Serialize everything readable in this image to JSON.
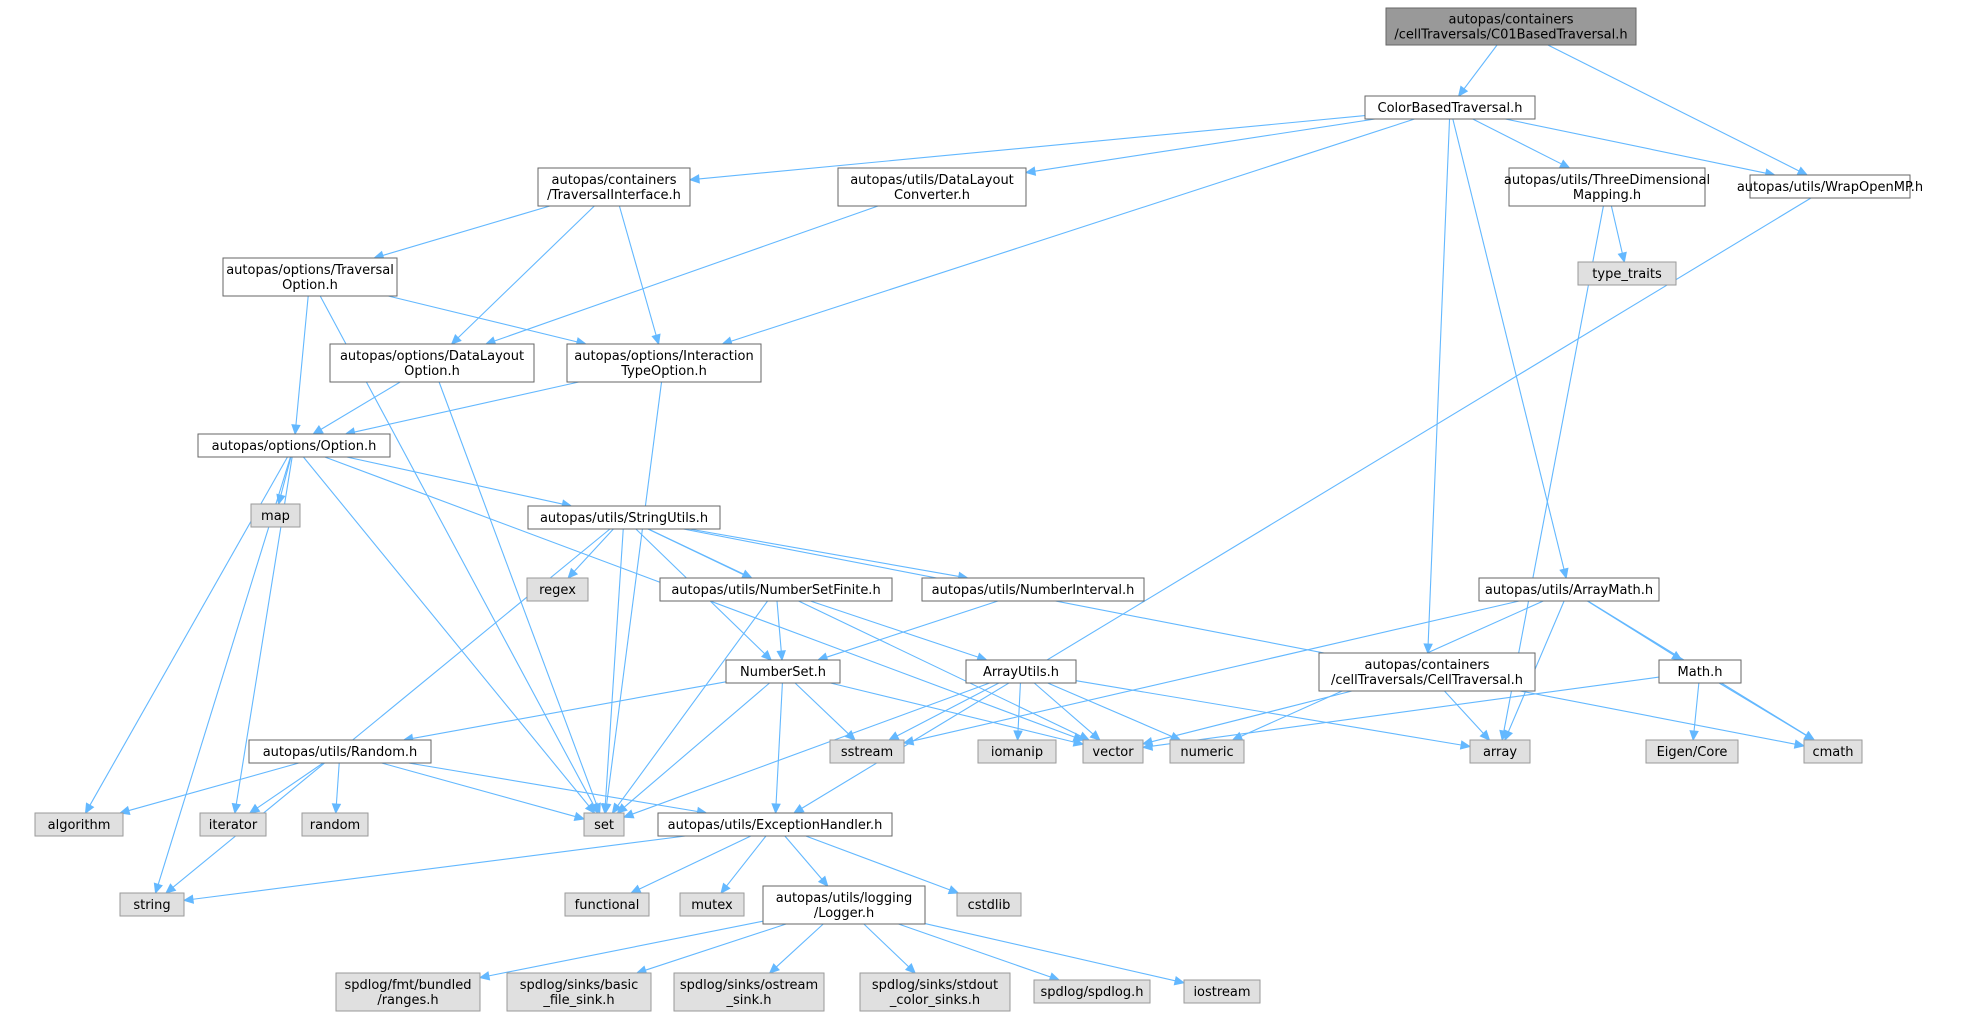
{
  "nodes": {
    "C01": {
      "lines": [
        "autopas/containers",
        "/cellTraversals/C01BasedTraversal.h"
      ],
      "kind": "root"
    },
    "CBT": {
      "lines": [
        "ColorBasedTraversal.h"
      ],
      "kind": "file"
    },
    "WOMP": {
      "lines": [
        "autopas/utils/WrapOpenMP.h"
      ],
      "kind": "file"
    },
    "TI": {
      "lines": [
        "autopas/containers",
        "/TraversalInterface.h"
      ],
      "kind": "file"
    },
    "DLC": {
      "lines": [
        "autopas/utils/DataLayout",
        "Converter.h"
      ],
      "kind": "file"
    },
    "TDM": {
      "lines": [
        "autopas/utils/ThreeDimensional",
        "Mapping.h"
      ],
      "kind": "file"
    },
    "TT": {
      "lines": [
        "type_traits"
      ],
      "kind": "sys"
    },
    "TO": {
      "lines": [
        "autopas/options/Traversal",
        "Option.h"
      ],
      "kind": "file"
    },
    "DLO": {
      "lines": [
        "autopas/options/DataLayout",
        "Option.h"
      ],
      "kind": "file"
    },
    "ITO": {
      "lines": [
        "autopas/options/Interaction",
        "TypeOption.h"
      ],
      "kind": "file"
    },
    "OPT": {
      "lines": [
        "autopas/options/Option.h"
      ],
      "kind": "file"
    },
    "MAP": {
      "lines": [
        "map"
      ],
      "kind": "sys"
    },
    "SU": {
      "lines": [
        "autopas/utils/StringUtils.h"
      ],
      "kind": "file"
    },
    "REGEX": {
      "lines": [
        "regex"
      ],
      "kind": "sys"
    },
    "NSF": {
      "lines": [
        "autopas/utils/NumberSetFinite.h"
      ],
      "kind": "file"
    },
    "NI": {
      "lines": [
        "autopas/utils/NumberInterval.h"
      ],
      "kind": "file"
    },
    "AM": {
      "lines": [
        "autopas/utils/ArrayMath.h"
      ],
      "kind": "file"
    },
    "CT": {
      "lines": [
        "autopas/containers",
        "/cellTraversals/CellTraversal.h"
      ],
      "kind": "file"
    },
    "NS": {
      "lines": [
        "NumberSet.h"
      ],
      "kind": "file"
    },
    "AU": {
      "lines": [
        "ArrayUtils.h"
      ],
      "kind": "file"
    },
    "MATH": {
      "lines": [
        "Math.h"
      ],
      "kind": "file"
    },
    "RND": {
      "lines": [
        "autopas/utils/Random.h"
      ],
      "kind": "file"
    },
    "SSTR": {
      "lines": [
        "sstream"
      ],
      "kind": "sys"
    },
    "IOM": {
      "lines": [
        "iomanip"
      ],
      "kind": "sys"
    },
    "VEC": {
      "lines": [
        "vector"
      ],
      "kind": "sys"
    },
    "NUM": {
      "lines": [
        "numeric"
      ],
      "kind": "sys"
    },
    "ARR": {
      "lines": [
        "array"
      ],
      "kind": "sys"
    },
    "EIG": {
      "lines": [
        "Eigen/Core"
      ],
      "kind": "sys"
    },
    "CMATH": {
      "lines": [
        "cmath"
      ],
      "kind": "sys"
    },
    "ALG": {
      "lines": [
        "algorithm"
      ],
      "kind": "sys"
    },
    "ITER": {
      "lines": [
        "iterator"
      ],
      "kind": "sys"
    },
    "RANDOM": {
      "lines": [
        "random"
      ],
      "kind": "sys"
    },
    "SET": {
      "lines": [
        "set"
      ],
      "kind": "sys"
    },
    "EH": {
      "lines": [
        "autopas/utils/ExceptionHandler.h"
      ],
      "kind": "file"
    },
    "STR": {
      "lines": [
        "string"
      ],
      "kind": "sys"
    },
    "FUNC": {
      "lines": [
        "functional"
      ],
      "kind": "sys"
    },
    "MUTEX": {
      "lines": [
        "mutex"
      ],
      "kind": "sys"
    },
    "LOG": {
      "lines": [
        "autopas/utils/logging",
        "/Logger.h"
      ],
      "kind": "file"
    },
    "CSTD": {
      "lines": [
        "cstdlib"
      ],
      "kind": "sys"
    },
    "SPR": {
      "lines": [
        "spdlog/fmt/bundled",
        "/ranges.h"
      ],
      "kind": "sys"
    },
    "SPB": {
      "lines": [
        "spdlog/sinks/basic",
        "_file_sink.h"
      ],
      "kind": "sys"
    },
    "SPO": {
      "lines": [
        "spdlog/sinks/ostream",
        "_sink.h"
      ],
      "kind": "sys"
    },
    "SPS": {
      "lines": [
        "spdlog/sinks/stdout",
        "_color_sinks.h"
      ],
      "kind": "sys"
    },
    "SPD": {
      "lines": [
        "spdlog/spdlog.h"
      ],
      "kind": "sys"
    },
    "IOS": {
      "lines": [
        "iostream"
      ],
      "kind": "sys"
    }
  },
  "edges": [
    [
      "C01",
      "CBT"
    ],
    [
      "C01",
      "WOMP"
    ],
    [
      "CBT",
      "TI"
    ],
    [
      "CBT",
      "DLC"
    ],
    [
      "CBT",
      "ITO"
    ],
    [
      "CBT",
      "CT"
    ],
    [
      "CBT",
      "AM"
    ],
    [
      "CBT",
      "TDM"
    ],
    [
      "CBT",
      "WOMP"
    ],
    [
      "TI",
      "TO"
    ],
    [
      "TI",
      "DLO"
    ],
    [
      "TI",
      "ITO"
    ],
    [
      "DLC",
      "DLO"
    ],
    [
      "TDM",
      "TT"
    ],
    [
      "TDM",
      "ARR"
    ],
    [
      "WOMP",
      "EH"
    ],
    [
      "TO",
      "OPT"
    ],
    [
      "TO",
      "ITO"
    ],
    [
      "TO",
      "SET"
    ],
    [
      "DLO",
      "OPT"
    ],
    [
      "DLO",
      "SET"
    ],
    [
      "ITO",
      "OPT"
    ],
    [
      "ITO",
      "SET"
    ],
    [
      "OPT",
      "MAP"
    ],
    [
      "OPT",
      "SU"
    ],
    [
      "OPT",
      "VEC"
    ],
    [
      "OPT",
      "SET"
    ],
    [
      "OPT",
      "ITER"
    ],
    [
      "OPT",
      "ALG"
    ],
    [
      "OPT",
      "STR"
    ],
    [
      "SU",
      "REGEX"
    ],
    [
      "SU",
      "NSF"
    ],
    [
      "SU",
      "NI"
    ],
    [
      "SU",
      "NS"
    ],
    [
      "SU",
      "VEC"
    ],
    [
      "SU",
      "CMATH"
    ],
    [
      "SU",
      "SET"
    ],
    [
      "SU",
      "STR"
    ],
    [
      "NSF",
      "NS"
    ],
    [
      "NSF",
      "AU"
    ],
    [
      "NSF",
      "SET"
    ],
    [
      "NI",
      "NS"
    ],
    [
      "AM",
      "SSTR"
    ],
    [
      "AM",
      "NUM"
    ],
    [
      "AM",
      "ARR"
    ],
    [
      "AM",
      "MATH"
    ],
    [
      "AM",
      "CMATH"
    ],
    [
      "CT",
      "VEC"
    ],
    [
      "CT",
      "ARR"
    ],
    [
      "NS",
      "RND"
    ],
    [
      "NS",
      "SSTR"
    ],
    [
      "NS",
      "VEC"
    ],
    [
      "NS",
      "SET"
    ],
    [
      "NS",
      "EH"
    ],
    [
      "AU",
      "SSTR"
    ],
    [
      "AU",
      "IOM"
    ],
    [
      "AU",
      "VEC"
    ],
    [
      "AU",
      "NUM"
    ],
    [
      "AU",
      "ARR"
    ],
    [
      "AU",
      "SET"
    ],
    [
      "MATH",
      "VEC"
    ],
    [
      "MATH",
      "EIG"
    ],
    [
      "MATH",
      "CMATH"
    ],
    [
      "RND",
      "ALG"
    ],
    [
      "RND",
      "ITER"
    ],
    [
      "RND",
      "RANDOM"
    ],
    [
      "RND",
      "SET"
    ],
    [
      "RND",
      "EH"
    ],
    [
      "EH",
      "STR"
    ],
    [
      "EH",
      "FUNC"
    ],
    [
      "EH",
      "MUTEX"
    ],
    [
      "EH",
      "LOG"
    ],
    [
      "EH",
      "CSTD"
    ],
    [
      "LOG",
      "SPR"
    ],
    [
      "LOG",
      "SPB"
    ],
    [
      "LOG",
      "SPO"
    ],
    [
      "LOG",
      "SPS"
    ],
    [
      "LOG",
      "SPD"
    ],
    [
      "LOG",
      "IOS"
    ]
  ],
  "colors": {
    "edge": "#63b8ff",
    "root_fill": "#999999",
    "root_border": "#666666",
    "file_fill": "#ffffff",
    "file_border": "#666666",
    "sys_fill": "#e0e0e0",
    "sys_border": "#999999",
    "text": "#000000"
  }
}
